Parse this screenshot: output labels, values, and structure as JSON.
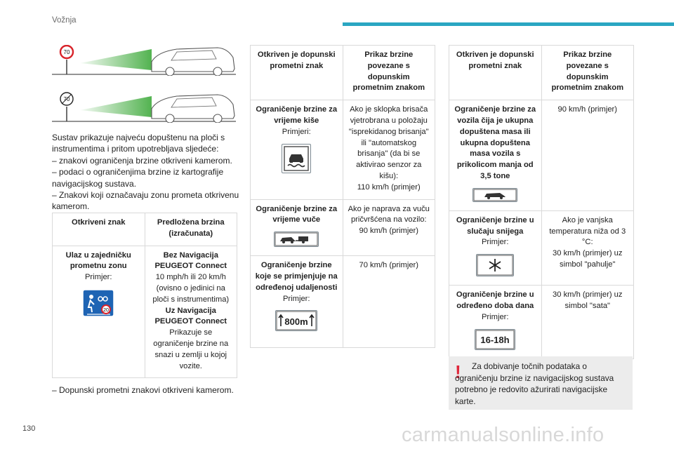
{
  "header": {
    "section": "Vožnja",
    "page_number": "130",
    "accent_color": "#2aa6c2"
  },
  "illustrations": {
    "sign_top": "70",
    "sign_bottom": "70"
  },
  "intro": "Sustav prikazuje najveću dopuštenu na ploči s instrumentima i pritom upotrebljava sljedeće:\n–  znakovi ograničenja brzine otkriveni kamerom.\n–  podaci o ograničenjima brzine iz kartografije navigacijskog sustava.\n–  Znakovi koji označavaju zonu prometa otkrivenu kamerom.",
  "table1": {
    "headers": [
      "Otkriveni znak",
      "Predložena brzina (izračunata)"
    ],
    "row": {
      "title": "Ulaz u zajedničku prometnu zonu",
      "example": "Primjer:",
      "icon": "shared-zone-sign-icon",
      "sign_speed": "20",
      "b1": "Bez Navigacija PEUGEOT Connect",
      "t1": "10 mph/h ili 20 km/h (ovisno o jedinici na ploči s instrumentima)",
      "b2": "Uz Navigacija PEUGEOT Connect",
      "t2": "Prikazuje se ograničenje brzine na snazi u zemlji u kojoj vozite."
    }
  },
  "outro": "–  Dopunski prometni znakovi otkriveni kamerom.",
  "table2": {
    "headers": [
      "Otkriven je dopunski prometni znak",
      "Prikaz brzine povezane s dopunskim prometnim znakom"
    ],
    "rows": [
      {
        "title": "Ograničenje brzine za vrijeme kiše",
        "example": "Primjeri:",
        "icon": "rain-road-icon",
        "text": "Ako je sklopka brisača vjetrobrana u položaju \"isprekidanog brisanja\" ili \"automatskog brisanja\" (da bi se aktivirao senzor za kišu):",
        "speed": "110 km/h (primjer)"
      },
      {
        "title": "Ograničenje brzine za vrijeme vuče",
        "example": "",
        "icon": "car-trailer-icon",
        "text": "Ako je naprava za vuču pričvršćena na vozilo:",
        "speed": "90 km/h (primjer)"
      },
      {
        "title": "Ograničenje brzine koje se primjenjuje na određenoj udaljenosti",
        "example": "Primjer:",
        "icon": "distance-sign-icon",
        "icon_label": "800m",
        "text": "",
        "speed": "70 km/h (primjer)"
      }
    ]
  },
  "table3": {
    "headers": [
      "Otkriven je dopunski prometni znak",
      "Prikaz brzine povezane s dopunskim prometnim znakom"
    ],
    "rows": [
      {
        "title": "Ograničenje brzine za vozila čija je ukupna dopuštena masa ili ukupna dopuštena masa vozila s prikolicom manja od 3,5 tone",
        "example": "",
        "icon": "car-sign-icon",
        "text": "",
        "speed": "90 km/h (primjer)"
      },
      {
        "title": "Ograničenje brzine u slučaju snijega",
        "example": "Primjer:",
        "icon": "snowflake-icon",
        "text": "Ako je vanjska temperatura niža od 3 °C:",
        "speed": "30 km/h (primjer) uz simbol \"pahulje\""
      },
      {
        "title": "Ograničenje brzine u određeno doba dana",
        "example": "Primjer:",
        "icon": "time-sign-icon",
        "icon_label": "16-18h",
        "text": "",
        "speed": "30 km/h (primjer) uz simbol \"sata\""
      }
    ]
  },
  "warning": {
    "mark": "!",
    "text": "Za dobivanje točnih podataka o ograničenju brzine iz navigacijskog sustava potrebno je redovito ažurirati navigacijske karte.",
    "mark_color": "#e0263a"
  },
  "watermark": "carmanualsonline.info"
}
